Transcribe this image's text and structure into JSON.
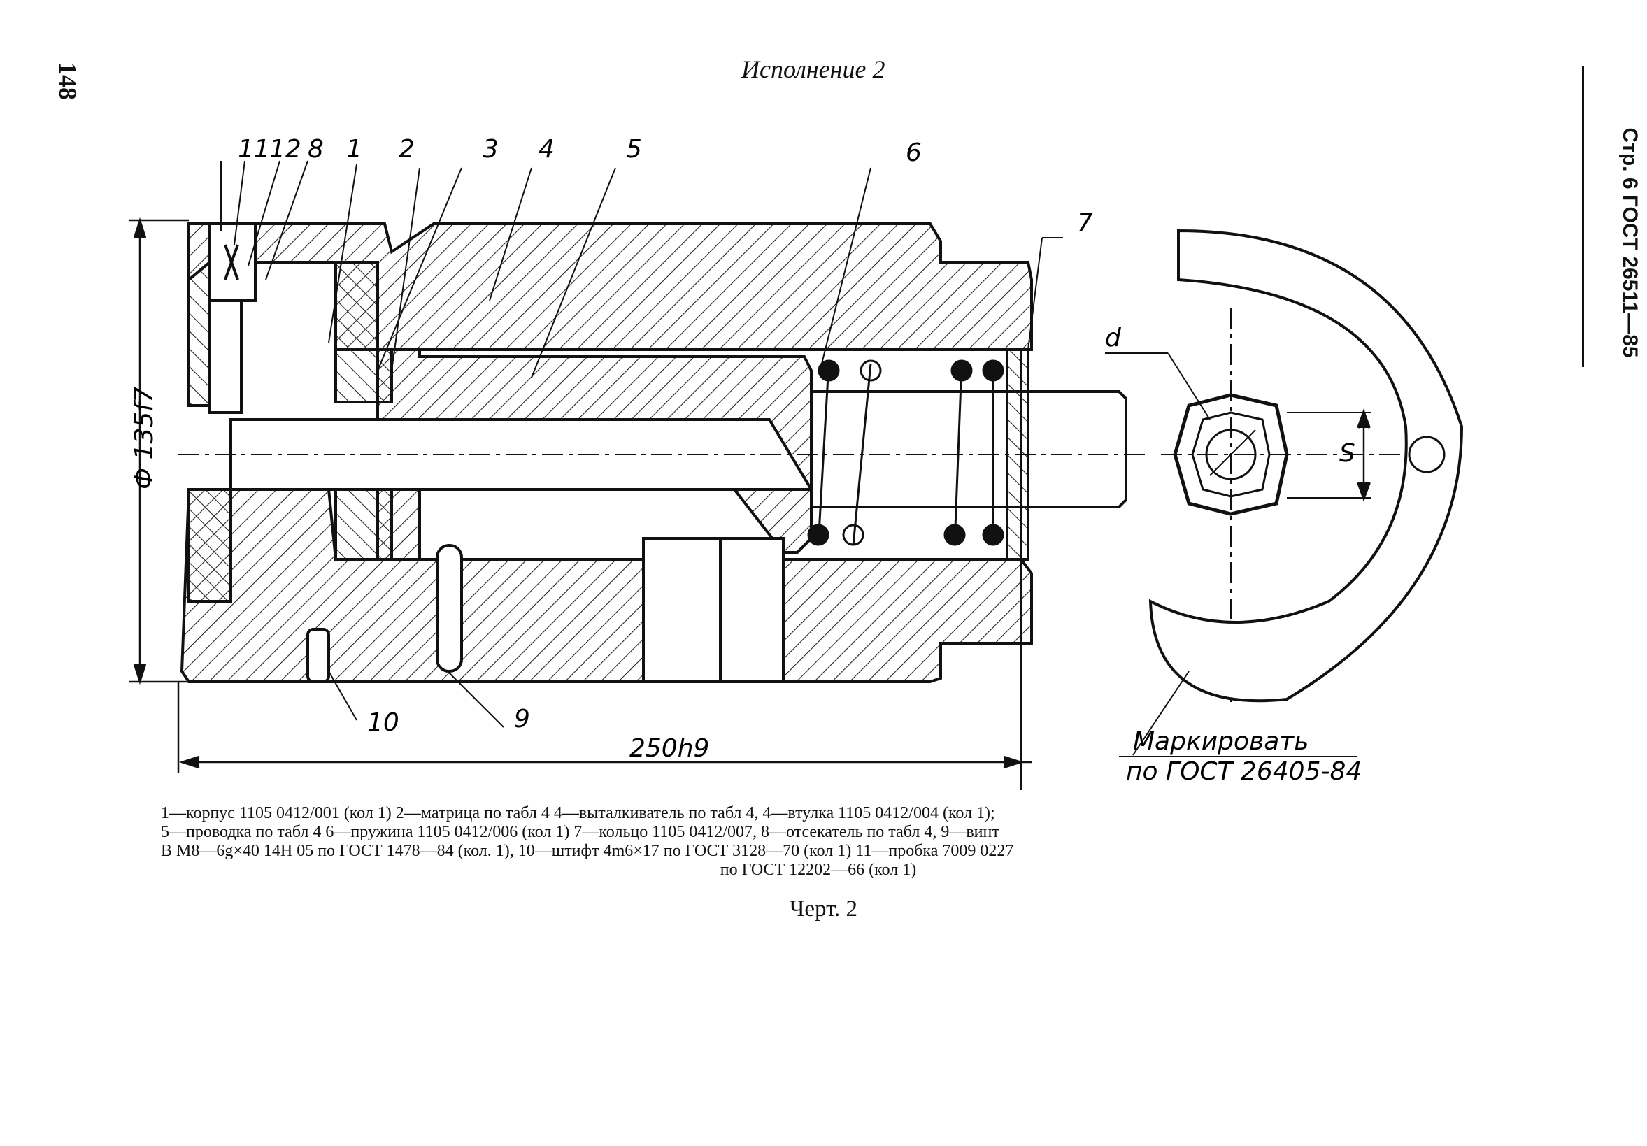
{
  "page_number": "148",
  "header_right": "Стр. 6 ГОСТ 26511—85",
  "heading": "Исполнение 2",
  "callouts": {
    "c11": "11",
    "c12": "12",
    "c8": "8",
    "c1": "1",
    "c2": "2",
    "c3": "3",
    "c4": "4",
    "c5": "5",
    "c6": "6",
    "c7": "7",
    "c10": "10",
    "c9": "9",
    "d": "d",
    "s": "S"
  },
  "dimensions": {
    "diameter": "Ф 135f7",
    "length": "250h9"
  },
  "marking_note": {
    "line1": "Маркировать",
    "line2": "по ГОСТ 26405-84"
  },
  "caption": {
    "line1": "1—корпус 1105 0412/001 (кол 1) 2—матрица по табл 4 4—выталкиватель по табл 4, 4—втулка 1105 0412/004 (кол 1);",
    "line2": "5—проводка по табл 4 6—пружина 1105 0412/006 (кол 1) 7—кольцо 1105 0412/007, 8—отсекатель по табл 4, 9—винт",
    "line3": "В М8—6g×40 14Н 05 по ГОСТ 1478—84 (кол. 1), 10—штифт 4m6×17 по ГОСТ 3128—70 (кол 1) 11—пробка 7009 0227",
    "line4": "по ГОСТ 12202—66 (кол 1)"
  },
  "figure_label": "Черт. 2"
}
